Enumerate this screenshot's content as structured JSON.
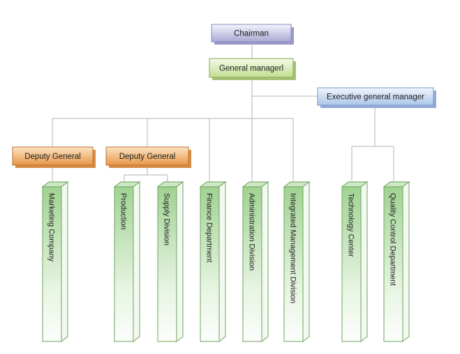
{
  "diagram": {
    "type": "org-chart",
    "background": "#ffffff",
    "nodes": {
      "chairman": {
        "label": "Chairman"
      },
      "general_manager": {
        "label": "General managerl"
      },
      "executive_general_manager": {
        "label": "Executive general manager"
      },
      "deputy_general_1": {
        "label": "Deputy General"
      },
      "deputy_general_2": {
        "label": "Deputy General"
      },
      "marketing": {
        "label": "Marketing Company"
      },
      "production": {
        "label": "Production"
      },
      "supply": {
        "label": "Supply Division"
      },
      "finance": {
        "label": "Finance Department"
      },
      "administration": {
        "label": "Administration Division"
      },
      "integrated": {
        "label": "Integrated Management Division"
      },
      "technology": {
        "label": "Technology Center"
      },
      "quality": {
        "label": "Quality Control Department"
      }
    },
    "edges": [
      [
        "chairman",
        "general_manager"
      ],
      [
        "general_manager",
        "executive_general_manager"
      ],
      [
        "general_manager",
        "deputy_general_1"
      ],
      [
        "general_manager",
        "deputy_general_2"
      ],
      [
        "general_manager",
        "finance"
      ],
      [
        "general_manager",
        "administration"
      ],
      [
        "general_manager",
        "integrated"
      ],
      [
        "deputy_general_1",
        "marketing"
      ],
      [
        "deputy_general_2",
        "production"
      ],
      [
        "deputy_general_2",
        "supply"
      ],
      [
        "executive_general_manager",
        "technology"
      ],
      [
        "executive_general_manager",
        "quality"
      ]
    ],
    "colors": {
      "chairman_fill": "#a8a8d4",
      "chairman_border": "#8c8cbc",
      "manager_fill": "#c3de92",
      "manager_border": "#89a854",
      "executive_fill": "#abc5e9",
      "executive_border": "#7b95c5",
      "deputy_fill": "#e79748",
      "deputy_border": "#bb7134",
      "department_fill": "#a0d292",
      "department_border": "#6ca45e",
      "connector": "#b3b3b3",
      "text": "#1d1d1d"
    }
  }
}
